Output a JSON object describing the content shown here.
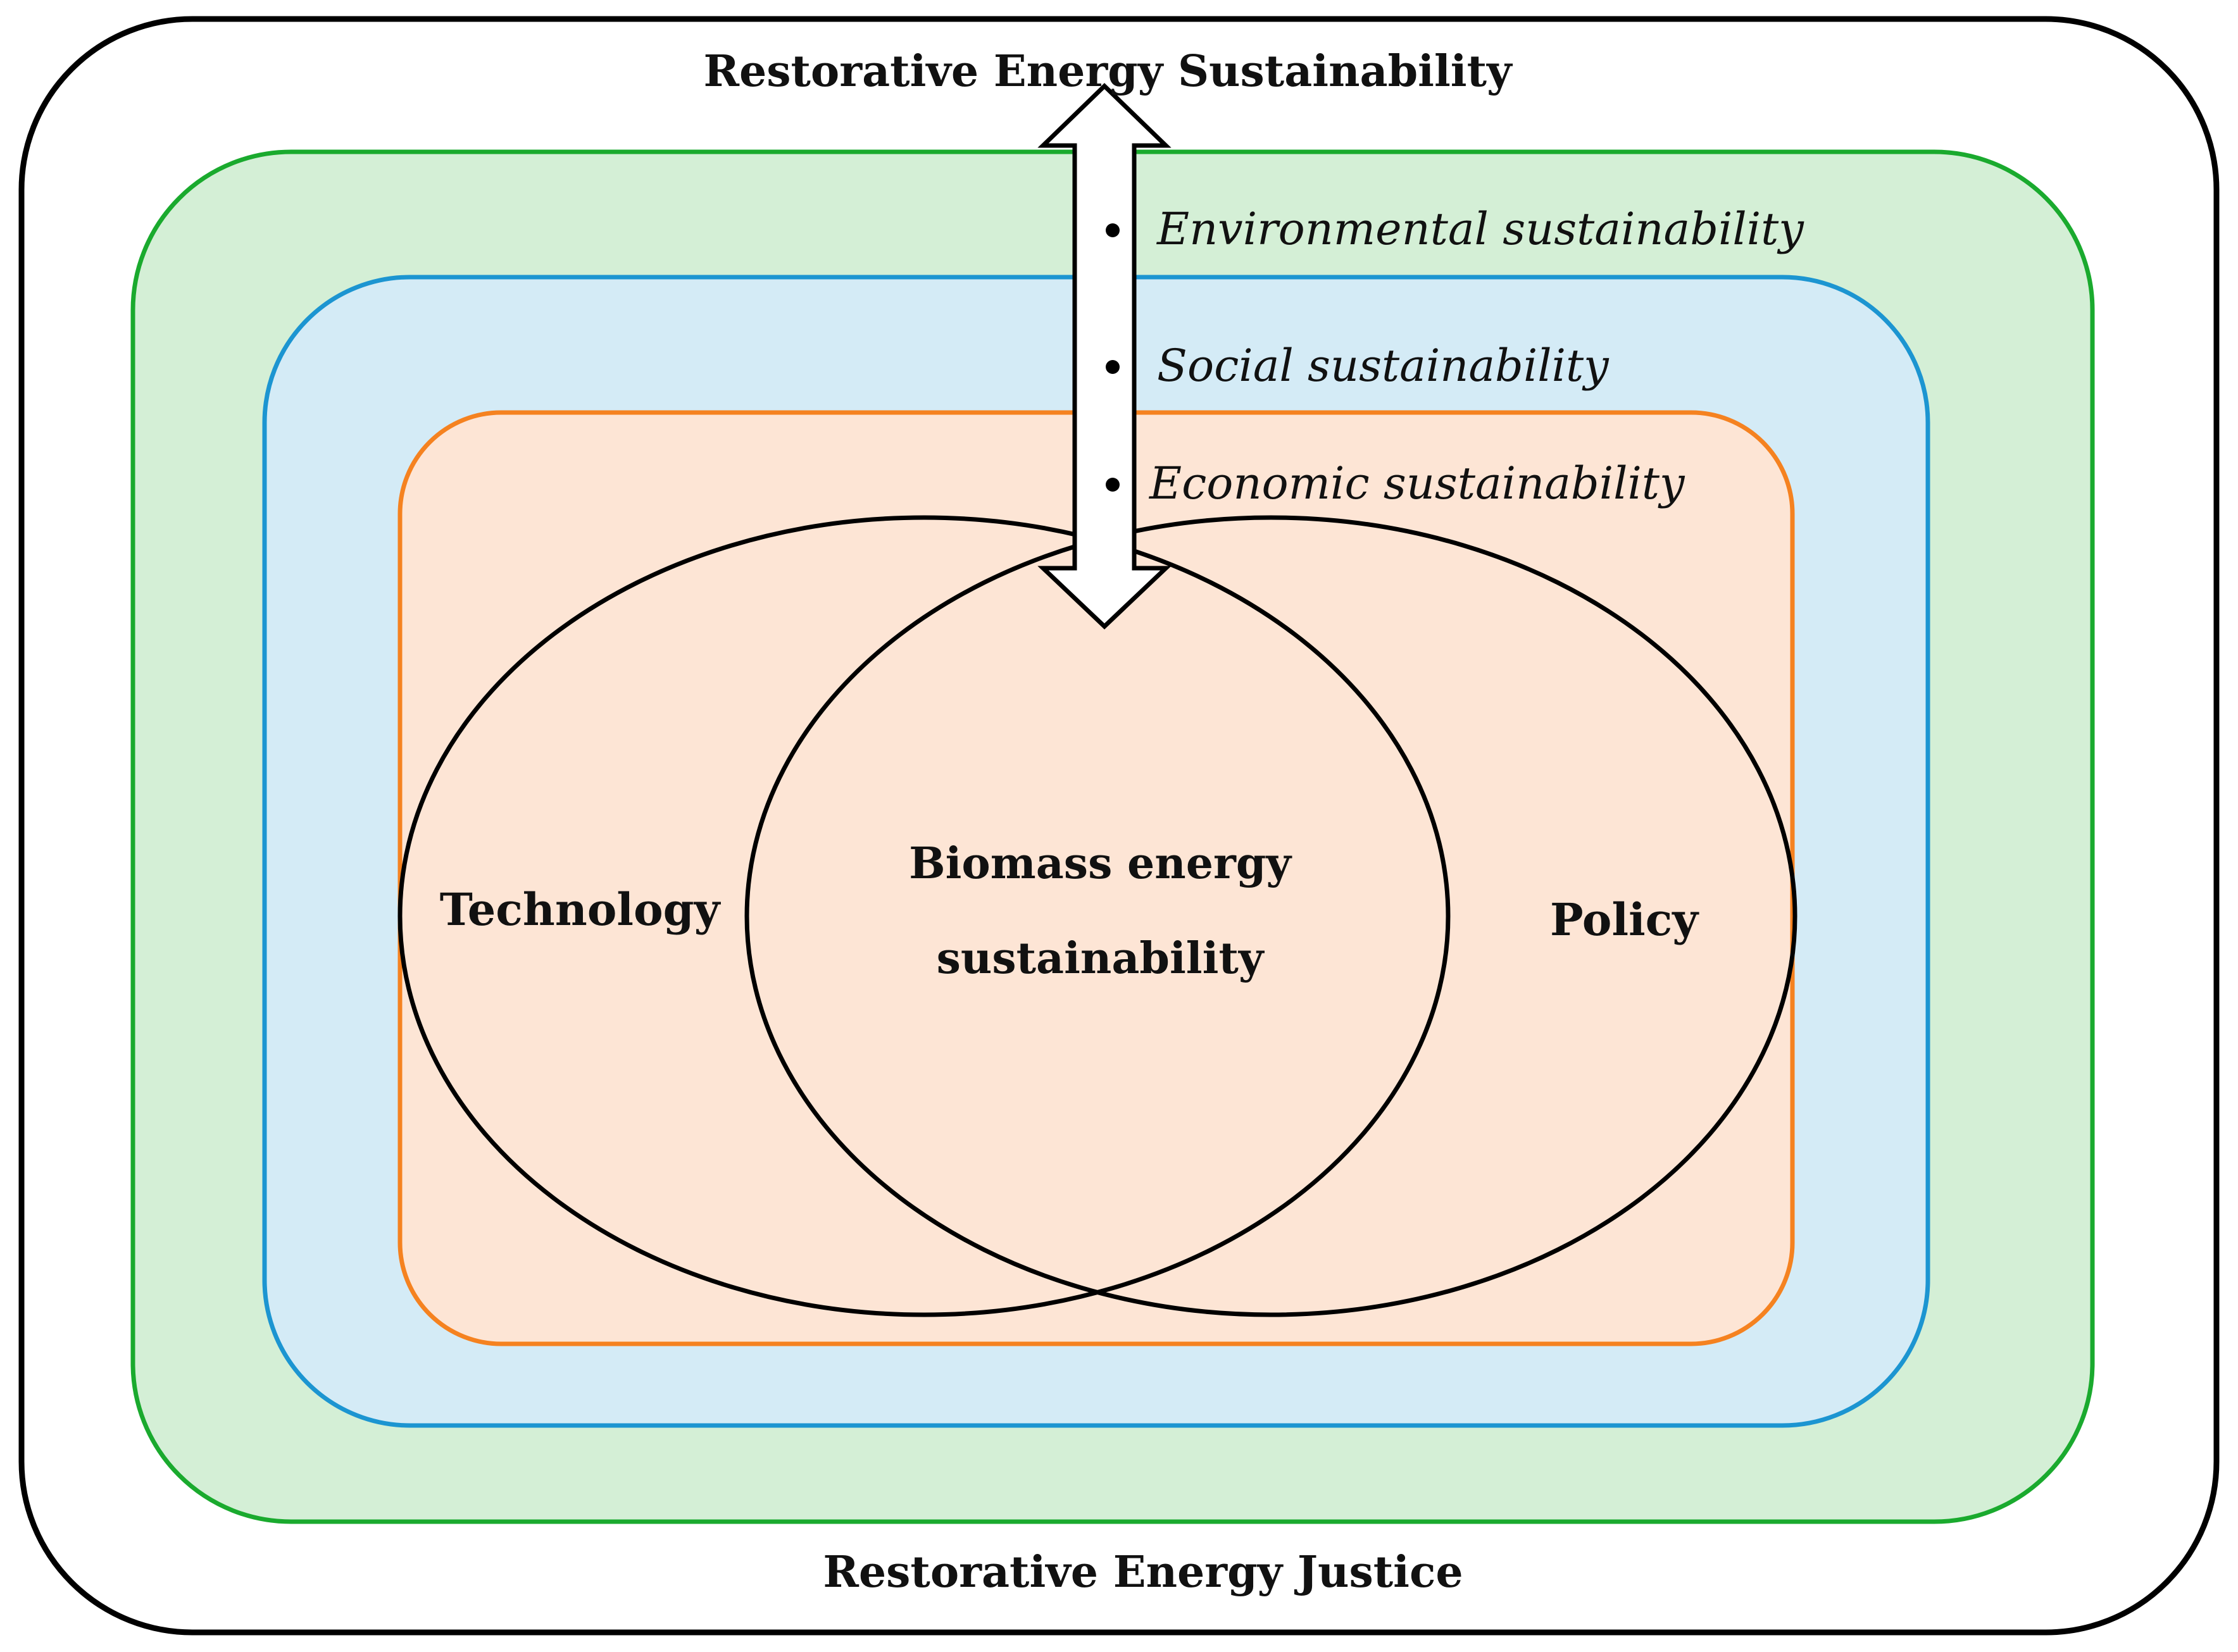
{
  "frame": {
    "top_label": "Restorative Energy Sustainability",
    "bottom_label": "Restorative Energy Justice"
  },
  "layers": {
    "environmental": {
      "fill": "#d4efd6",
      "stroke": "#1aaa2e"
    },
    "social": {
      "fill": "#d4ebf6",
      "stroke": "#1c95d1"
    },
    "economic": {
      "fill": "#fde5d5",
      "stroke": "#f58220"
    }
  },
  "pillars": [
    {
      "label": "Environmental sustainability"
    },
    {
      "label": "Social sustainability"
    },
    {
      "label": "Economic sustainability"
    }
  ],
  "venn": {
    "left_label": "Technology",
    "right_label": "Policy",
    "center_label_line1": "Biomass energy",
    "center_label_line2": "sustainability"
  },
  "colors": {
    "outline": "#000000",
    "text": "#111111"
  }
}
